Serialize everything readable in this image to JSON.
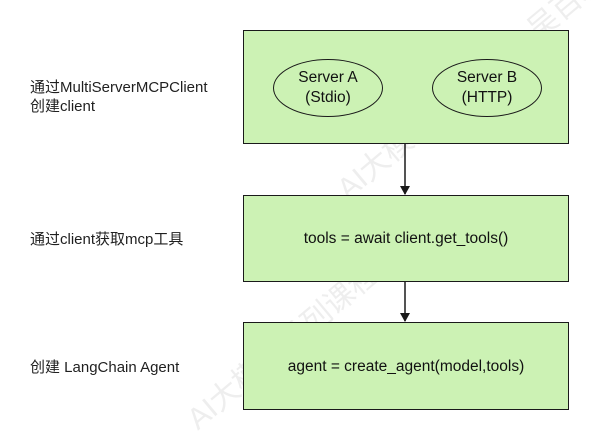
{
  "steps": [
    {
      "label_lines": [
        "通过MultiServerMCPClient",
        "创建client"
      ]
    },
    {
      "label_lines": [
        "通过client获取mcp工具"
      ],
      "code": "tools = await  client.get_tools()"
    },
    {
      "label_lines": [
        "创建 LangChain Agent"
      ],
      "code": "agent = create_agent(model,tools)"
    }
  ],
  "servers": [
    {
      "name": "Server A",
      "transport": "(Stdio)"
    },
    {
      "name": "Server B",
      "transport": "(HTTP)"
    }
  ],
  "watermark": "AI大模型系列课程-吴百豹",
  "colors": {
    "box_fill": "#ccf2b4",
    "border": "#1a1a1a"
  }
}
